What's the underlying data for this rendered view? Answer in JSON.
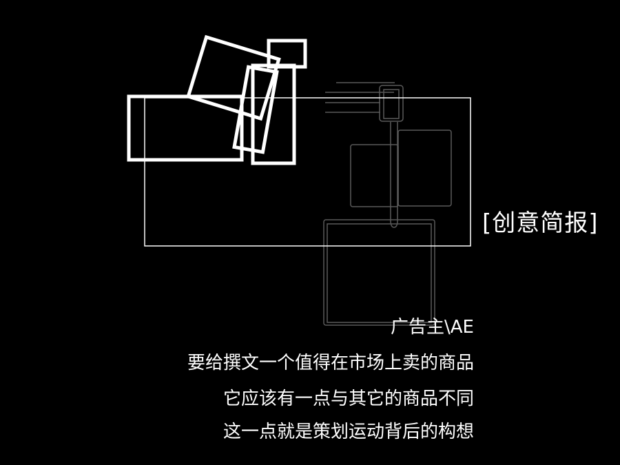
{
  "slide": {
    "title": "[创意简报]",
    "lines": [
      "广告主\\AE",
      "要给撰文一个值得在市场上卖的商品",
      "它应该有一点与其它的商品不同",
      "这一点就是策划运动背后的构想"
    ]
  },
  "colors": {
    "background": "#000000",
    "foreground": "#ffffff",
    "muted_lines": "#5a5a5a"
  }
}
